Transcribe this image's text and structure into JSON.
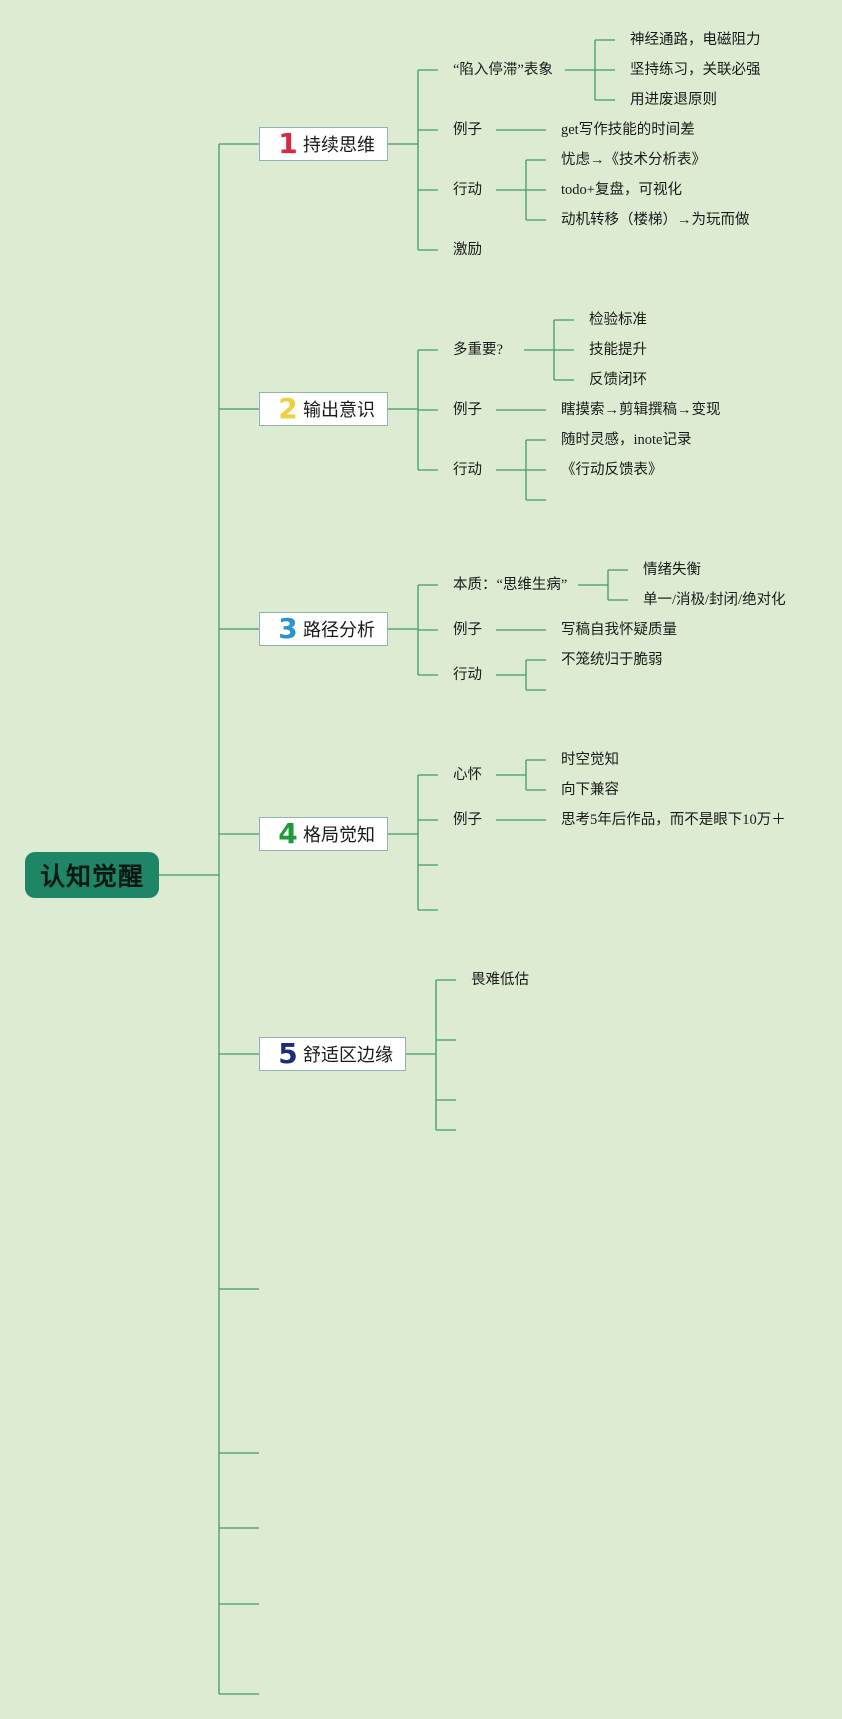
{
  "root": {
    "label": "认知觉醒"
  },
  "branches": [
    {
      "num": "1",
      "num_color": "#d42a45",
      "label": "持续思维",
      "children": [
        {
          "label": "“陷入停滞”表象",
          "children": [
            "神经通路，电磁阻力",
            "坚持练习，关联必强",
            "用进废退原则"
          ]
        },
        {
          "label": "例子",
          "children": [
            "get写作技能的时间差"
          ]
        },
        {
          "label": "行动",
          "children": [
            "忧虑→《技术分析表》",
            "todo+复盘，可视化",
            "动机转移（楼梯）→为玩而做"
          ]
        },
        {
          "label": "激励",
          "children": []
        }
      ]
    },
    {
      "num": "2",
      "num_color": "#f0cf3c",
      "label": "输出意识",
      "children": [
        {
          "label": "多重要?",
          "children": [
            "检验标准",
            "技能提升",
            "反馈闭环"
          ]
        },
        {
          "label": "例子",
          "children": [
            "瞎摸索→剪辑撰稿→变现"
          ]
        },
        {
          "label": "行动",
          "children": [
            "随时灵感，inote记录",
            "《行动反馈表》",
            ""
          ]
        }
      ]
    },
    {
      "num": "3",
      "num_color": "#2a93cf",
      "label": "路径分析",
      "children": [
        {
          "label": "本质：“思维生病”",
          "children": [
            "情绪失衡",
            "单一/消极/封闭/绝对化"
          ]
        },
        {
          "label": "例子",
          "children": [
            "写稿自我怀疑质量"
          ]
        },
        {
          "label": "行动",
          "children": [
            "不笼统归于脆弱",
            ""
          ]
        }
      ]
    },
    {
      "num": "4",
      "num_color": "#1f9a3a",
      "label": "格局觉知",
      "children": [
        {
          "label": "心怀",
          "children": [
            "时空觉知",
            "向下兼容"
          ]
        },
        {
          "label": "例子",
          "children": [
            "思考5年后作品，而不是眼下10万＋"
          ]
        },
        {
          "label": "",
          "children": []
        },
        {
          "label": "",
          "children": []
        }
      ]
    },
    {
      "num": "5",
      "num_color": "#1b2d7a",
      "label": "舒适区边缘",
      "children": [
        {
          "label": "畏难低估",
          "children": []
        },
        {
          "label": "",
          "children": []
        },
        {
          "label": "",
          "children": []
        },
        {
          "label": "",
          "children": []
        }
      ]
    },
    {
      "num": "",
      "label": "",
      "children": []
    },
    {
      "num": "",
      "label": "",
      "children": []
    },
    {
      "num": "",
      "label": "",
      "children": []
    },
    {
      "num": "",
      "label": "",
      "children": []
    },
    {
      "num": "",
      "label": "",
      "children": []
    }
  ],
  "colors": {
    "background": "#dcebd1",
    "line": "#3f9a6e",
    "root_fill": "#1e8567",
    "box_border": "#8fb3ad"
  }
}
